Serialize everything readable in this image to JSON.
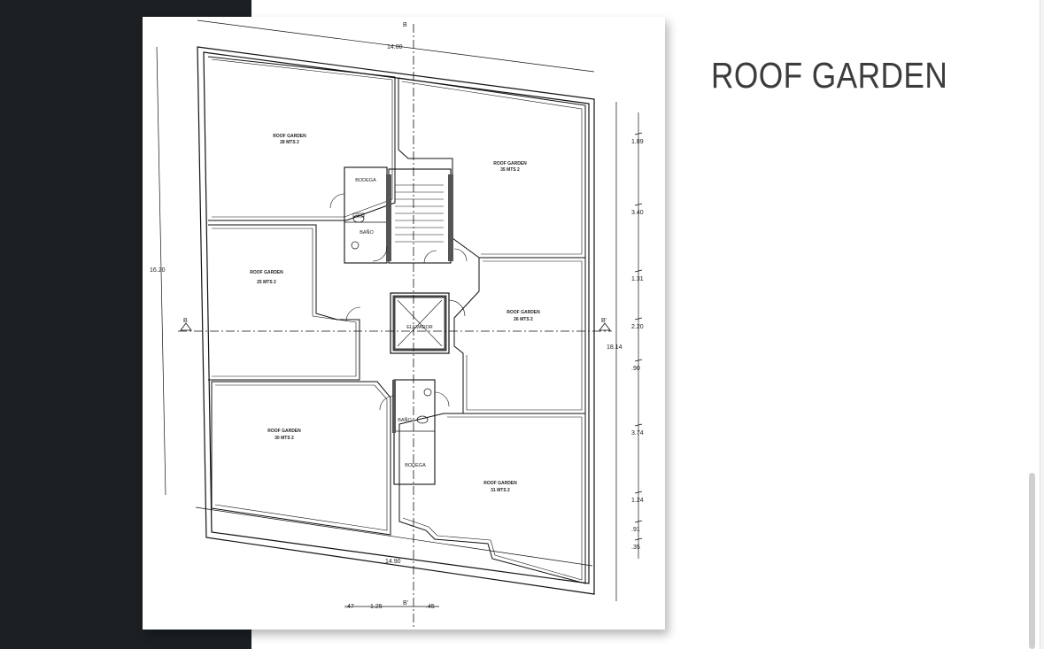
{
  "title": "ROOF GARDEN",
  "plan": {
    "rooms": [
      {
        "name": "ROOF GARDEN",
        "area": "28 MTS 2"
      },
      {
        "name": "ROOF GARDEN",
        "area": "35 MTS 2"
      },
      {
        "name": "ROOF GARDEN",
        "area": "25 MTS 2"
      },
      {
        "name": "ROOF GARDEN",
        "area": "26 MTS 2"
      },
      {
        "name": "ROOF GARDEN",
        "area": "30 MTS 2"
      },
      {
        "name": "ROOF GARDEN",
        "area": "31 MTS 2"
      }
    ],
    "service_labels": {
      "bodega_top": "BODEGA",
      "bano_top": "BAÑO",
      "elevator": "ELEVADOR",
      "bano_bottom": "BAÑO",
      "bodega_bottom": "BODEGA"
    },
    "section_marks": {
      "b_left": "B",
      "b_right": "B'",
      "b_top": "B",
      "b_bottom": "B'"
    },
    "dimensions": {
      "top": "14.80",
      "bottom": "14.90",
      "left": "16.20",
      "right_total": "18.14",
      "right_segments": [
        "1.89",
        "3.40",
        "1.31",
        "2.20",
        ".90",
        "3.74",
        "1.24",
        ".91",
        ".35"
      ],
      "bottom_segments": [
        ".47",
        "1.25",
        ".45"
      ]
    }
  }
}
